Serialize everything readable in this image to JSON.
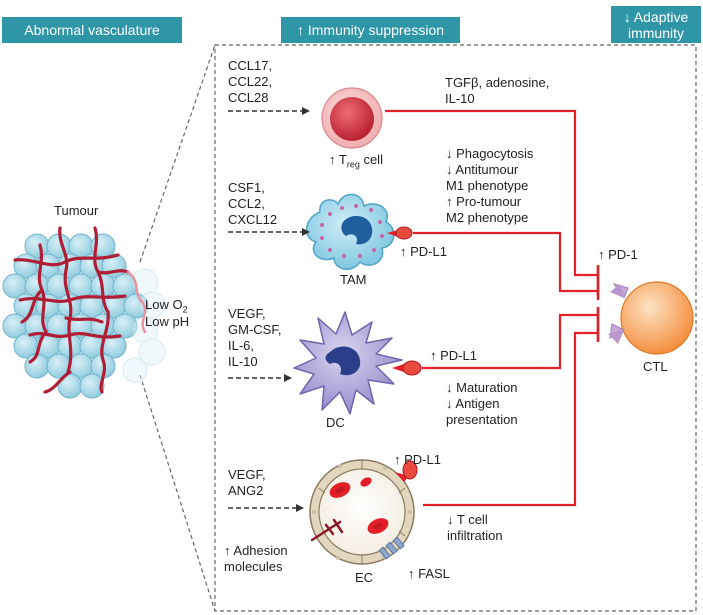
{
  "headers": {
    "abnormal_vasculature": "Abnormal vasculature",
    "immunity_suppression": "↑ Immunity suppression",
    "adaptive_immunity": "↓ Adaptive\nimmunity"
  },
  "tumour": {
    "title": "Tumour",
    "low_o2_main": "Low O",
    "low_o2_sub": "2",
    "low_ph": "Low pH"
  },
  "treg": {
    "signals": "CCL17,\nCCL22,\nCCL28",
    "cell_prefix": "↑ T",
    "cell_sub": "reg",
    "cell_suffix": " cell",
    "factors": "TGFβ, adenosine,\nIL-10"
  },
  "tam": {
    "signals": "CSF1,\nCCL2,\nCXCL12",
    "name": "TAM",
    "pdl1": "↑ PD-L1",
    "effects": "↓ Phagocytosis\n↓ Antitumour\n   M1 phenotype\n↑ Pro-tumour\n   M2 phenotype"
  },
  "dc": {
    "signals": "VEGF,\nGM-CSF,\nIL-6,\nIL-10",
    "name": "DC",
    "pdl1": "↑ PD-L1",
    "effects": "↓ Maturation\n↓ Antigen\n   presentation"
  },
  "ec": {
    "signals": "VEGF,\nANG2",
    "name": "EC",
    "pdl1": "↑ PD-L1",
    "adhesion": "↑ Adhesion\nmolecules",
    "fasl": "↑ FASL",
    "effect": "↓ T cell\n   infiltration"
  },
  "ctl": {
    "name": "CTL",
    "pd1": "↑ PD-1"
  },
  "colors": {
    "header": "#2f96a8",
    "inhibition": "#e32028",
    "tumour_cell": "#a9dbea",
    "vessel": "#b01e35",
    "treg": "#f0a8aa",
    "tam": "#8ed0e7",
    "dc": "#a29bd4",
    "ctl": "#f7a35c",
    "receptor": "#c9a7d8"
  }
}
